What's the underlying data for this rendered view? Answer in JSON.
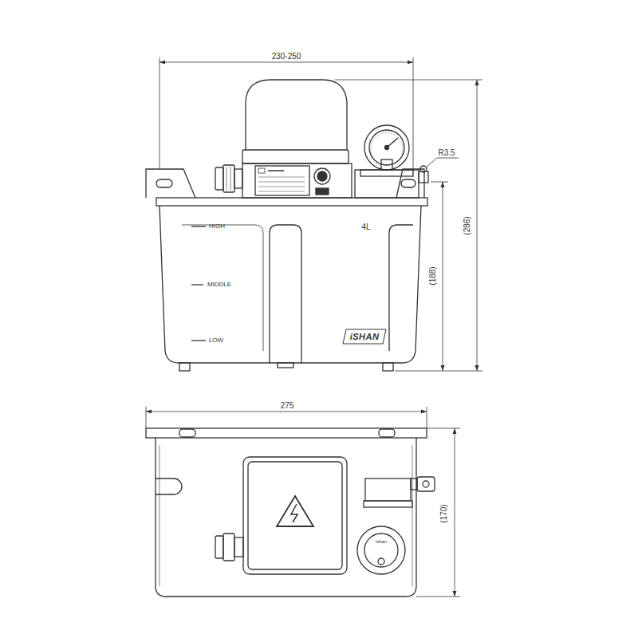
{
  "diagram": {
    "labels": [
      "230-250",
      "R3.5",
      "(286)",
      "(188)",
      "HIGH",
      "MIDDLE",
      "LOW",
      "4L",
      "iSHAN",
      "275",
      "(170)",
      "ishan"
    ]
  }
}
